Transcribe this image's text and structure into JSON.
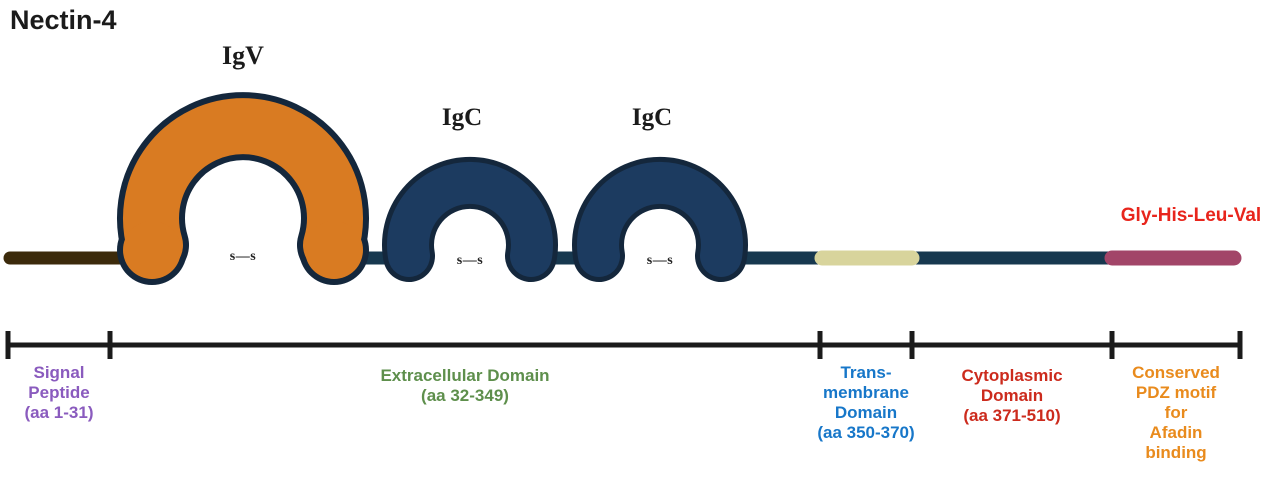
{
  "title": "Nectin-4",
  "protein": {
    "igv_label": "IgV",
    "igc_label_1": "IgC",
    "igc_label_2": "IgC",
    "disulfide_label": "s—s",
    "pdz_motif_label": "Gly-His-Leu-Val"
  },
  "scale": {
    "domains": [
      {
        "name": "signal-peptide",
        "lines": [
          "Signal",
          "Peptide",
          "(aa 1-31)"
        ],
        "color": "#8a5bbe"
      },
      {
        "name": "extracellular-domain",
        "lines": [
          "Extracellular Domain",
          "(aa 32-349)"
        ],
        "color": "#5e8f4c"
      },
      {
        "name": "transmembrane-domain",
        "lines": [
          "Trans-",
          "membrane",
          "Domain",
          "(aa 350-370)"
        ],
        "color": "#1777c9"
      },
      {
        "name": "cytoplasmic-domain",
        "lines": [
          "Cytoplasmic",
          "Domain",
          "(aa 371-510)"
        ],
        "color": "#cc2b1d"
      },
      {
        "name": "conserved-pdz-motif",
        "lines": [
          "Conserved",
          "PDZ motif",
          "for",
          "Afadin",
          "binding"
        ],
        "color": "#e98b1d"
      }
    ]
  },
  "colors": {
    "loop_outline": "#14273c",
    "igv_fill": "#d97b22",
    "igc_fill": "#1c3b60",
    "signal_segment": "#3c2a0b",
    "backbone": "#17384f",
    "transmembrane_segment": "#d8d49c",
    "pdz_segment": "#a24568",
    "pdz_motif_text": "#e8251c",
    "scale_bar": "#1b1b1b"
  }
}
